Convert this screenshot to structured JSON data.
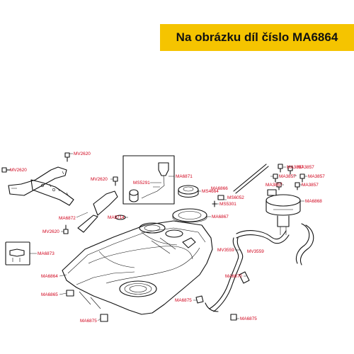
{
  "banner": {
    "text": "Na obrázku díl číslo MA6864",
    "color": "#f5c400"
  },
  "label_color": "#d0021b",
  "labels": {
    "mv2620_a": "MV2620",
    "mv2620_b": "MV2620",
    "mv2620_c": "MV2620",
    "mv2620_d": "MV2620",
    "ma6872": "MA6872",
    "ma6873": "MA6873",
    "ma6864": "MA6864",
    "ma6865": "MA6865",
    "ma6875_a": "MA6875",
    "ma6875_b": "MA6875",
    "ma6875_c": "MA6875",
    "ms5291": "MS5291",
    "ma6871": "MA6871",
    "ms4664": "MS4664",
    "ma5714": "MA5714",
    "ma6866": "MA6866",
    "ms6052": "MS6052",
    "ms5301": "MS5301",
    "ma6867": "MA6867",
    "ma3857_a": "MA3857",
    "ma3857_b": "MA3857",
    "ma3857_c": "MA3857",
    "ma3857_d": "MA3857",
    "ma3857_e": "MA3857",
    "ma3857_f": "MA3857",
    "ma6868": "MA6868",
    "mv3559_a": "MV3559",
    "mv3559_b": "MV3559",
    "ma6870": "MA6870"
  }
}
